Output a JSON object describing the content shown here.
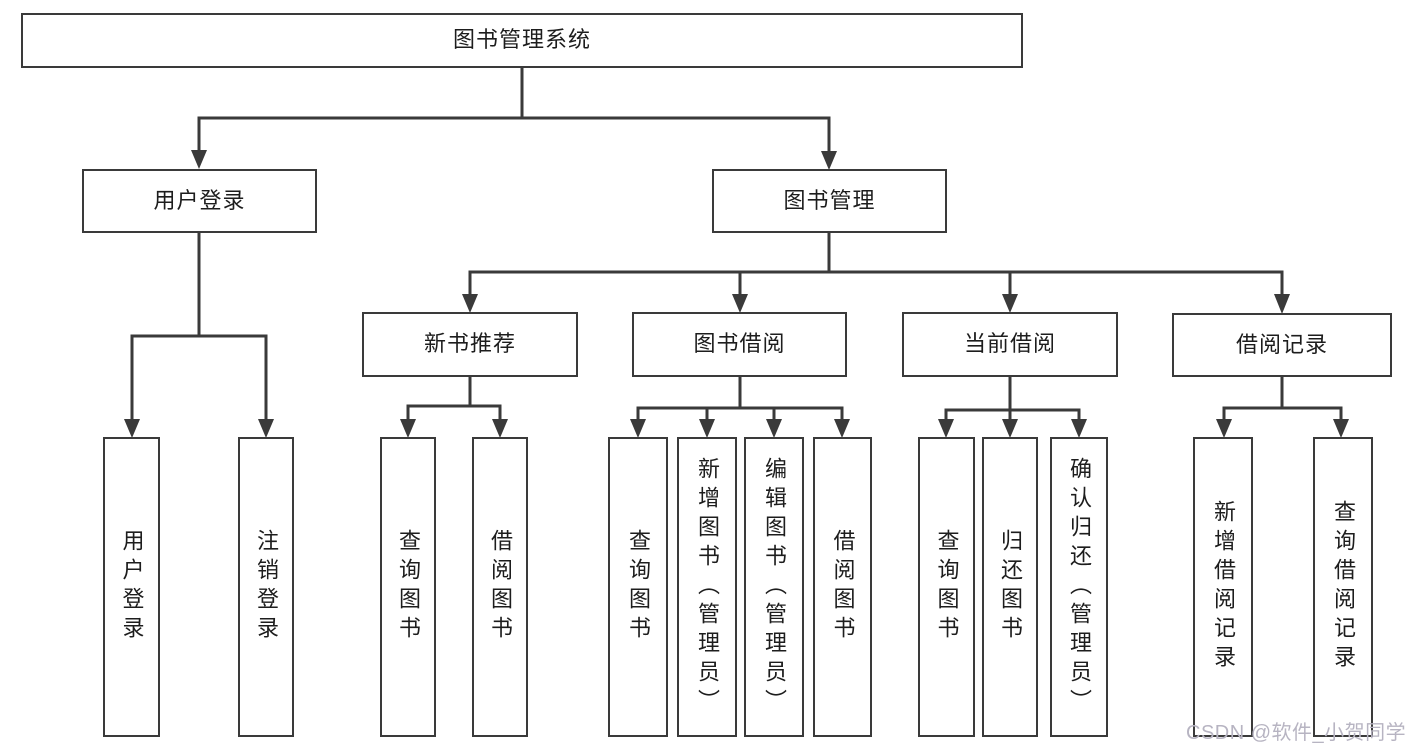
{
  "tree": {
    "label": "图书管理系统",
    "children": [
      {
        "label": "用户登录",
        "children": [
          {
            "label": "用户登录"
          },
          {
            "label": "注销登录"
          }
        ]
      },
      {
        "label": "图书管理",
        "children": [
          {
            "label": "新书推荐",
            "children": [
              {
                "label": "查询图书"
              },
              {
                "label": "借阅图书"
              }
            ]
          },
          {
            "label": "图书借阅",
            "children": [
              {
                "label": "查询图书"
              },
              {
                "label": "新增图书（管理员）"
              },
              {
                "label": "编辑图书（管理员）"
              },
              {
                "label": "借阅图书"
              }
            ]
          },
          {
            "label": "当前借阅",
            "children": [
              {
                "label": "查询图书"
              },
              {
                "label": "归还图书"
              },
              {
                "label": "确认归还（管理员）"
              }
            ]
          },
          {
            "label": "借阅记录",
            "children": [
              {
                "label": "新增借阅记录"
              },
              {
                "label": "查询借阅记录"
              }
            ]
          }
        ]
      }
    ]
  },
  "watermark": {
    "text": "CSDN @软件_小贺同学"
  },
  "colors": {
    "line": "#3a3a3a",
    "box_border": "#3a3a3a",
    "text": "#1d1d1d",
    "background": "#ffffff",
    "watermark": "#b7b4c2"
  }
}
